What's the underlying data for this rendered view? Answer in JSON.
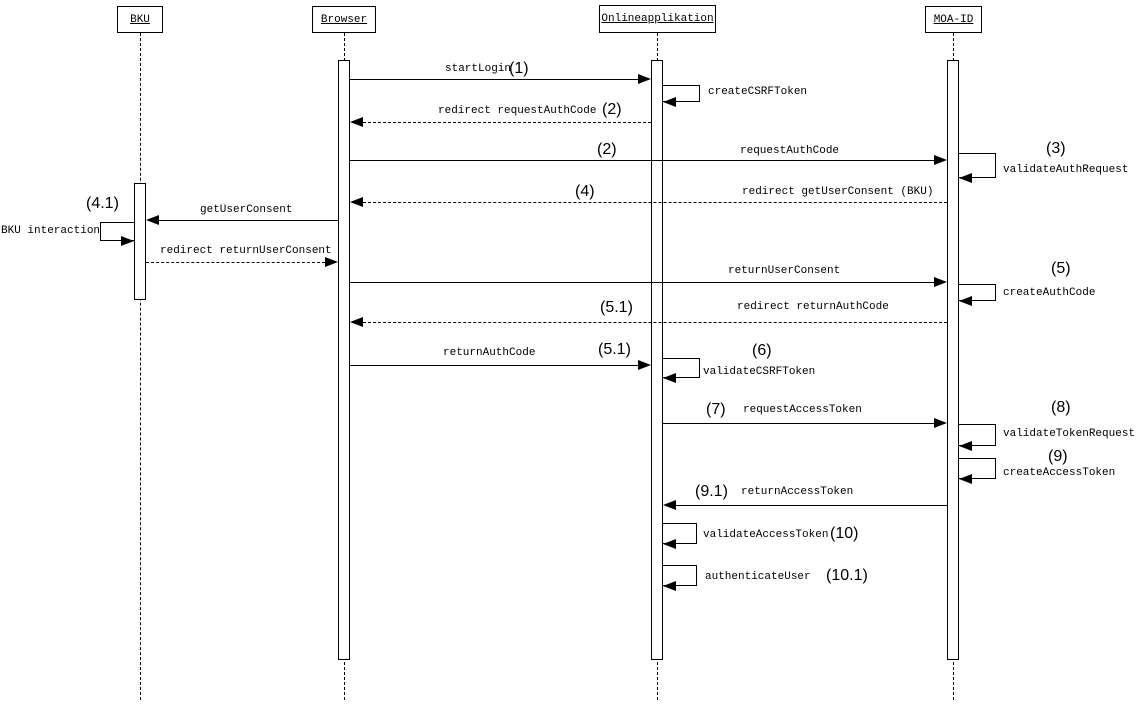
{
  "diagram_type": "uml-sequence-diagram",
  "colors": {
    "line": "#000000",
    "background": "#ffffff",
    "text": "#000000"
  },
  "participants": [
    {
      "label": "BKU"
    },
    {
      "label": "Browser"
    },
    {
      "label": "Onlineapplikation"
    },
    {
      "label": "MOA-ID"
    }
  ],
  "messages": {
    "start_login": {
      "label": "startLogin",
      "step": "(1)",
      "from": "Browser",
      "to": "Onlineapplikation",
      "style": "solid"
    },
    "create_csrf_token": {
      "label": "createCSRFToken",
      "from": "Onlineapplikation",
      "to": "Onlineapplikation",
      "style": "self"
    },
    "redirect_request_auth_code": {
      "label": "redirect requestAuthCode",
      "step": "(2)",
      "from": "Onlineapplikation",
      "to": "Browser",
      "style": "dashed"
    },
    "request_auth_code": {
      "label": "requestAuthCode",
      "step": "(2)",
      "from": "Browser",
      "to": "MOA-ID",
      "style": "solid"
    },
    "validate_auth_request": {
      "label": "validateAuthRequest",
      "step": "(3)",
      "from": "MOA-ID",
      "to": "MOA-ID",
      "style": "self"
    },
    "redirect_get_user_consent": {
      "label": "redirect getUserConsent (BKU)",
      "step": "(4)",
      "from": "MOA-ID",
      "to": "Browser",
      "style": "dashed"
    },
    "get_user_consent": {
      "label": "getUserConsent",
      "step": "(4.1)",
      "from": "Browser",
      "to": "BKU",
      "style": "solid"
    },
    "bku_interaction": {
      "label": "BKU interaction",
      "from": "BKU",
      "to": "BKU",
      "style": "self"
    },
    "redirect_return_user_consent": {
      "label": "redirect returnUserConsent",
      "from": "BKU",
      "to": "Browser",
      "style": "dashed"
    },
    "return_user_consent": {
      "label": "returnUserConsent",
      "from": "Browser",
      "to": "MOA-ID",
      "style": "solid"
    },
    "create_auth_code": {
      "label": "createAuthCode",
      "step": "(5)",
      "from": "MOA-ID",
      "to": "MOA-ID",
      "style": "self"
    },
    "redirect_return_auth_code": {
      "label": "redirect returnAuthCode",
      "step": "(5.1)",
      "from": "MOA-ID",
      "to": "Browser",
      "style": "dashed"
    },
    "return_auth_code": {
      "label": "returnAuthCode",
      "step": "(5.1)",
      "from": "Browser",
      "to": "Onlineapplikation",
      "style": "solid"
    },
    "validate_csrf_token": {
      "label": "validateCSRFToken",
      "step": "(6)",
      "from": "Onlineapplikation",
      "to": "Onlineapplikation",
      "style": "self"
    },
    "request_access_token": {
      "label": "requestAccessToken",
      "step": "(7)",
      "from": "Onlineapplikation",
      "to": "MOA-ID",
      "style": "solid"
    },
    "validate_token_request": {
      "label": "validateTokenRequest",
      "step": "(8)",
      "from": "MOA-ID",
      "to": "MOA-ID",
      "style": "self"
    },
    "create_access_token": {
      "label": "createAccessToken",
      "step": "(9)",
      "from": "MOA-ID",
      "to": "MOA-ID",
      "style": "self"
    },
    "return_access_token": {
      "label": "returnAccessToken",
      "step": "(9.1)",
      "from": "MOA-ID",
      "to": "Onlineapplikation",
      "style": "solid"
    },
    "validate_access_token": {
      "label": "validateAccessToken",
      "step": "(10)",
      "from": "Onlineapplikation",
      "to": "Onlineapplikation",
      "style": "self"
    },
    "authenticate_user": {
      "label": "authenticateUser",
      "step": "(10.1)",
      "from": "Onlineapplikation",
      "to": "Onlineapplikation",
      "style": "self"
    }
  }
}
